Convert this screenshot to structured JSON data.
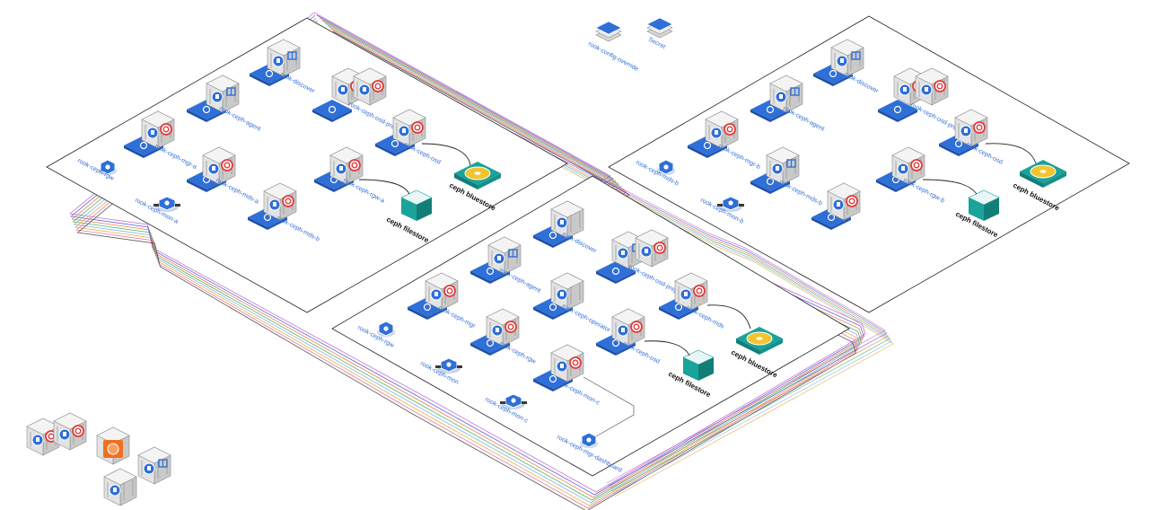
{
  "colors": {
    "node_blue": "#2f6fd8",
    "ceph_red": "#e23b3b",
    "storage_teal": "#1aa39a",
    "disk_yellow": "#f4c430",
    "legend_orange": "#f07020",
    "wire_colors": [
      "#c058c8",
      "#3c4fd6",
      "#e8693b",
      "#3fa045",
      "#6aa7e8",
      "#e0a020",
      "#e06090",
      "#3a3a3a"
    ]
  },
  "top": {
    "config_override_label": "rook-config-override",
    "secret_label": "Secret"
  },
  "zone_a": {
    "discover_label": "rook-discover",
    "agent_label": "rook-ceph-agent",
    "osd_prepare_label": "rook-ceph-osd-prepare",
    "mgr_label": "rook-ceph-mgr-a",
    "mds_label": "rook-ceph-mds-a",
    "osd_label": "rook-ceph-osd",
    "rgw_label": "rook-ceph-rgw-a",
    "mds_b_label": "rook-ceph-mds-b",
    "svc_label": "rook-ceph-rgw",
    "mon_label": "rook-ceph-mon-a",
    "filestore_label": "ceph filestore",
    "bluestore_label": "ceph bluestore"
  },
  "zone_b": {
    "discover_label": "rook-discover",
    "agent_label": "rook-ceph-agent",
    "osd_prepare_label": "rook-ceph-osd-prepare",
    "mgr_label": "rook-ceph-mgr-b",
    "osd_label": "rook-ceph-osd",
    "mds_label": "rook-ceph-mds-b",
    "rgw_label": "rook-ceph-rgw-b",
    "svc_label": "rook-ceph-mds-b",
    "mon_label": "rook-ceph-mon-b",
    "filestore_label": "ceph filestore",
    "bluestore_label": "ceph bluestore"
  },
  "zone_c": {
    "discover_label": "rook-discover",
    "agent_label": "rook-ceph-agent",
    "osd_prepare_label": "rook-ceph-osd-prepare",
    "mgr_label": "rook-ceph-mgr",
    "operator_label": "rook-ceph-operator",
    "rgw_label": "rook-ceph-rgw",
    "mds_label": "rook-ceph-mds",
    "osd_label": "rook-ceph-osd",
    "svc_label": "rook-ceph-rgw",
    "mon_label": "rook-ceph-mon",
    "mon_c_label": "rook-ceph-mon-c",
    "dashboard_label": "rook-ceph-mgr-dashboard",
    "filestore_label": "ceph filestore",
    "bluestore_label": "ceph bluestore"
  }
}
